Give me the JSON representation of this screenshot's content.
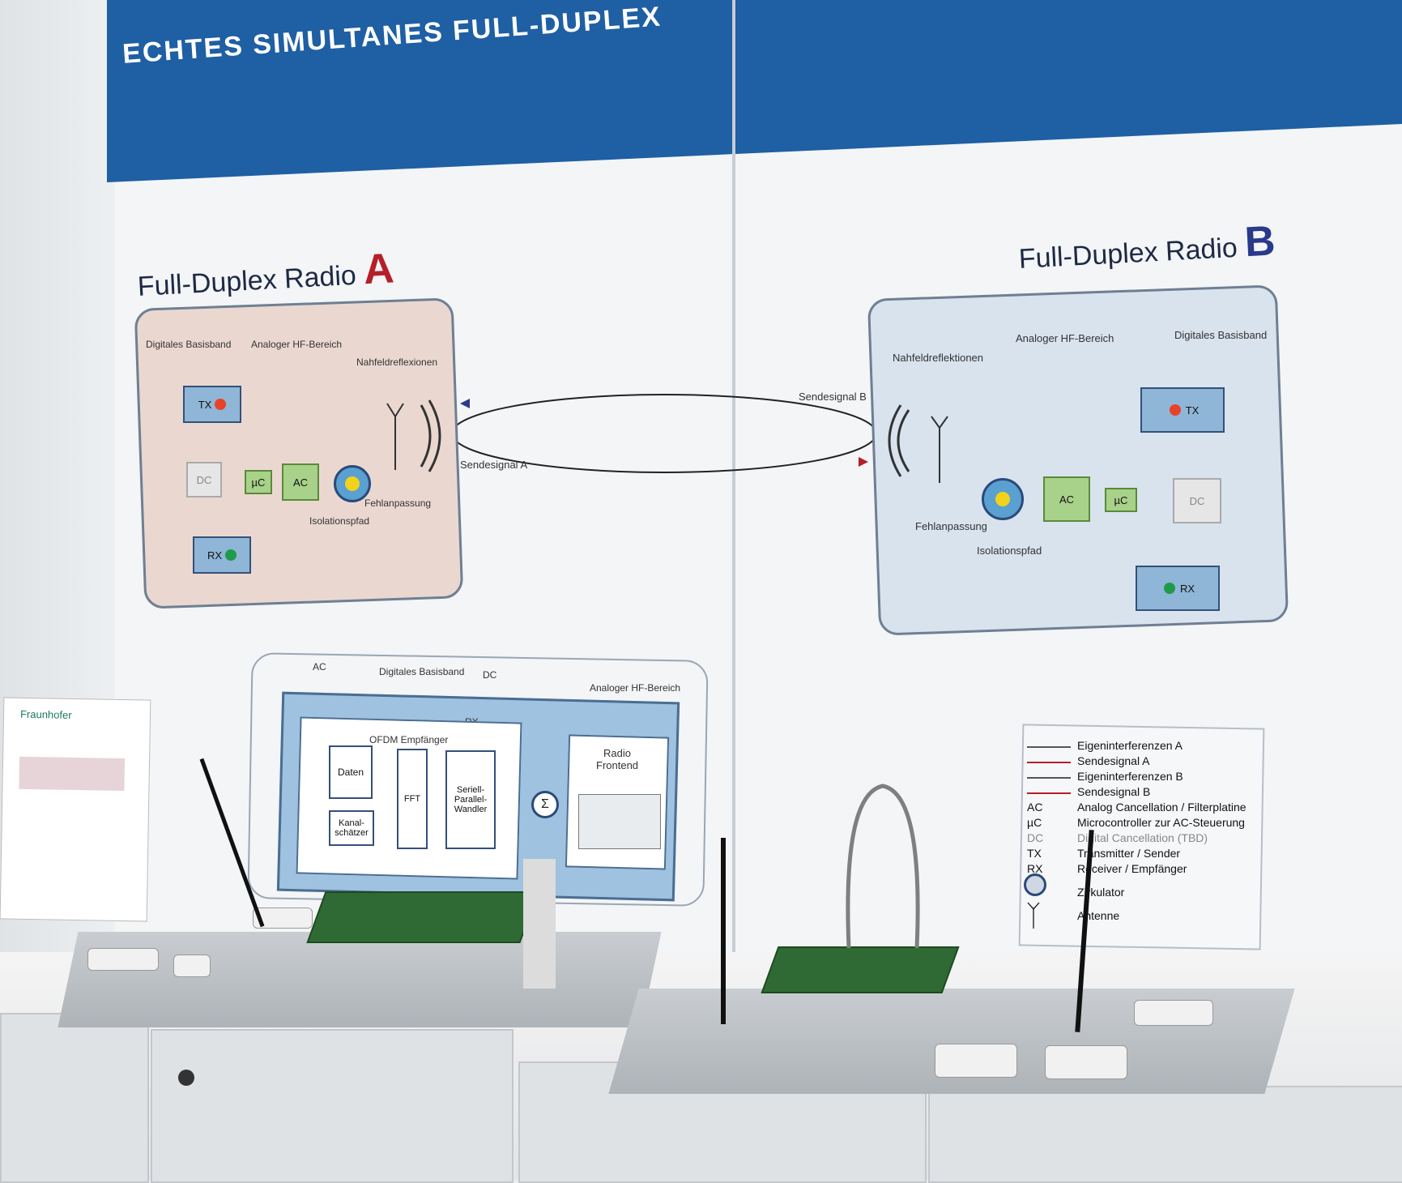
{
  "banner": {
    "title": "ECHTES SIMULTANES FULL-DUPLEX"
  },
  "radio_a": {
    "title": "Full-Duplex Radio",
    "letter": "A",
    "zone_left": "Digitales Basisband",
    "zone_right": "Analoger HF-Bereich",
    "nahfeld": "Nahfeldreflexionen",
    "tx": "TX",
    "dc": "DC",
    "uc": "µC",
    "ac": "AC",
    "rx": "RX",
    "fehlanpassung": "Fehlanpassung",
    "isolationspfad": "Isolationspfad"
  },
  "radio_b": {
    "title": "Full-Duplex Radio",
    "letter": "B",
    "zone_left": "Analoger HF-Bereich",
    "zone_right": "Digitales Basisband",
    "nahfeld": "Nahfeldreflektionen",
    "tx": "TX",
    "dc": "DC",
    "uc": "µC",
    "ac": "AC",
    "rx": "RX",
    "fehlanpassung": "Fehlanpassung",
    "isolationspfad": "Isolationspfad"
  },
  "link": {
    "send_b": "Sendesignal B",
    "send_a": "Sendesignal A"
  },
  "receiver_diagram": {
    "ac": "AC",
    "digital": "Digitales Basisband",
    "dc": "DC",
    "analog": "Analoger HF-Bereich",
    "rx": "RX",
    "ofdm": "OFDM Empfänger",
    "daten": "Daten",
    "fft": "FFT",
    "seriell": "Seriell-\nParallel-\nWandler",
    "kanal": "Kanal-\nschätzer",
    "radio_frontend": "Radio\nFrontend",
    "sigma": "Σ"
  },
  "legend": {
    "rows": [
      {
        "key": "",
        "text": "Eigeninterferenzen A"
      },
      {
        "key": "",
        "text": "Sendesignal A"
      },
      {
        "key": "",
        "text": "Eigeninterferenzen B"
      },
      {
        "key": "",
        "text": "Sendesignal B"
      },
      {
        "key": "AC",
        "text": "Analog Cancellation / Filterplatine"
      },
      {
        "key": "µC",
        "text": "Microcontroller zur AC-Steuerung"
      },
      {
        "key": "DC",
        "text": "Digital Cancellation (TBD)"
      },
      {
        "key": "TX",
        "text": "Transmitter / Sender"
      },
      {
        "key": "RX",
        "text": "Receiver / Empfänger"
      },
      {
        "key": "",
        "text": "Zirkulator"
      },
      {
        "key": "",
        "text": "Antenne"
      }
    ]
  },
  "brochure": {
    "brand": "Fraunhofer"
  },
  "colors": {
    "banner": "#1f5fa3",
    "radio_a_accent": "#b51f2a",
    "radio_b_accent": "#2a3a8a"
  }
}
